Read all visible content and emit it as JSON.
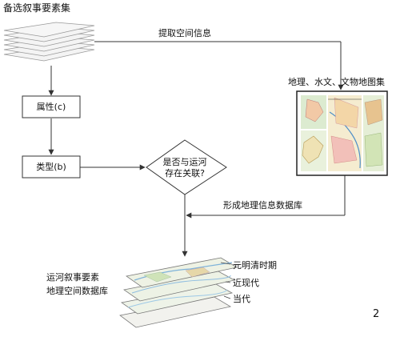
{
  "source_set_label": "备选叙事要素集",
  "extract_label": "提取空间信息",
  "maps_label": "地理、水文、文物地图集",
  "attribute_box": "属性(c)",
  "type_box": "类型(b)",
  "decision": {
    "line1": "是否与运河",
    "line2": "存在关联?"
  },
  "form_db_label": "形成地理信息数据库",
  "db_label": {
    "line1": "运河叙事要素",
    "line2": "地理空间数据库"
  },
  "layers": [
    "元明清时期",
    "近现代",
    "当代"
  ],
  "page_number": "2",
  "colors": {
    "line": "#333333",
    "map_green": "#8cc08f",
    "map_water": "#9cc8e6",
    "map_beige": "#efe2b4"
  }
}
